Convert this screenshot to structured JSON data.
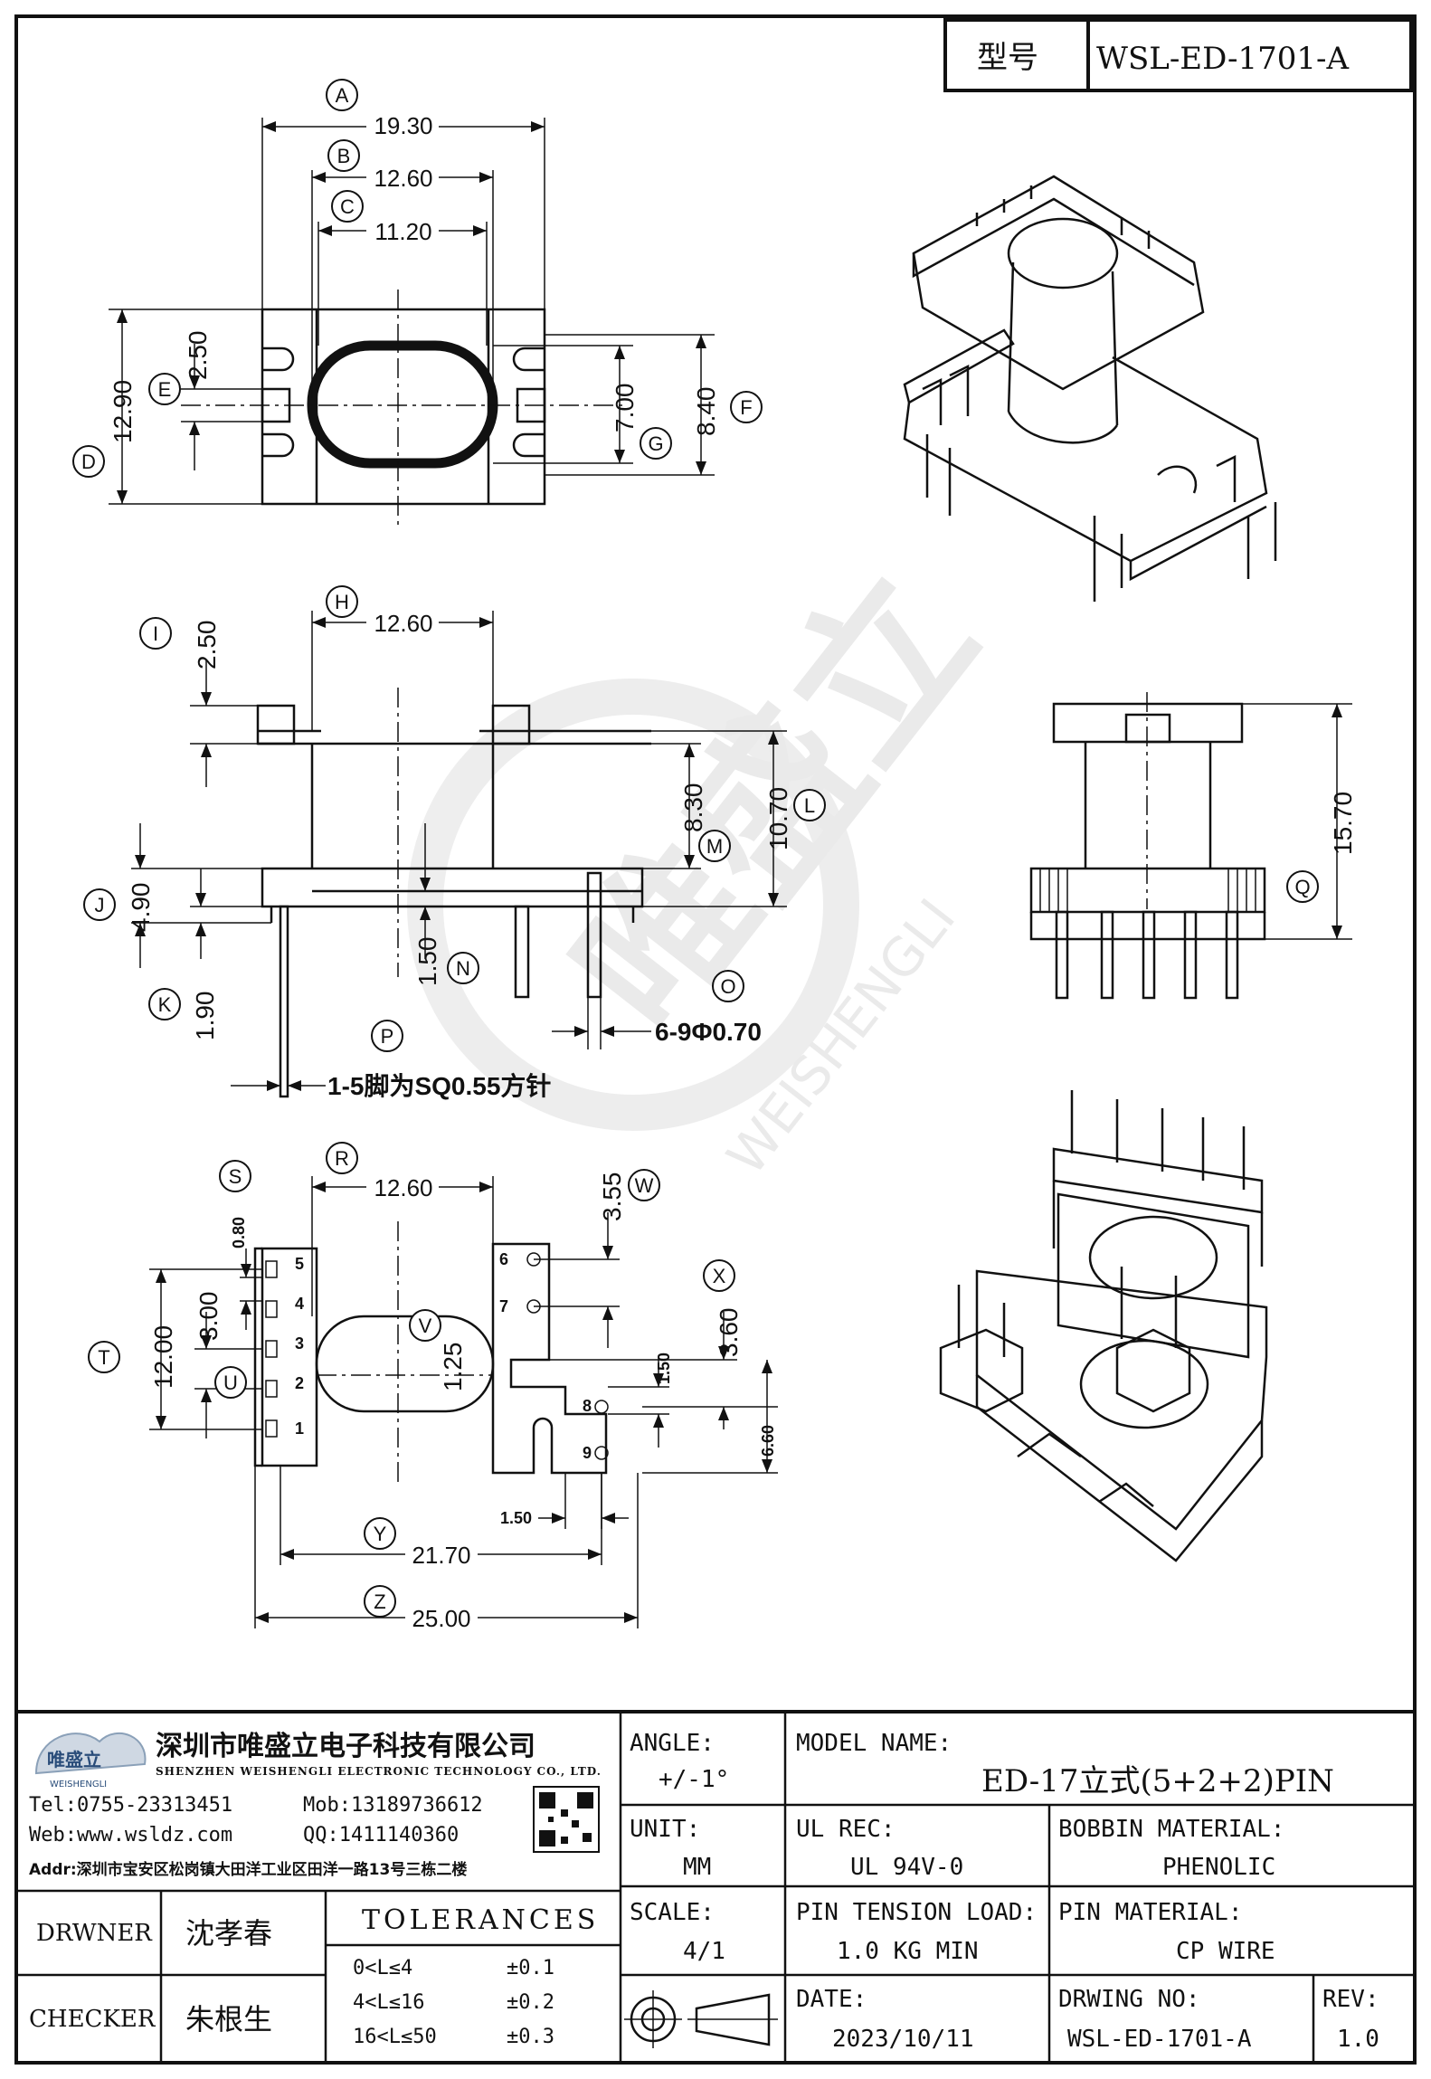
{
  "header": {
    "type_label": "型号",
    "model_code": "WSL-ED-1701-A"
  },
  "watermark": {
    "cn": "唯盛立",
    "en": "WEISHENGLI"
  },
  "callouts": [
    "A",
    "B",
    "C",
    "D",
    "E",
    "F",
    "G",
    "H",
    "I",
    "J",
    "K",
    "L",
    "M",
    "N",
    "O",
    "P",
    "Q",
    "R",
    "S",
    "T",
    "U",
    "V",
    "W",
    "X",
    "Y",
    "Z"
  ],
  "dims": {
    "top_a": "19.30",
    "top_b": "12.60",
    "top_c": "11.20",
    "top_d": "12.90",
    "top_e": "2.50",
    "top_g": "7.00",
    "top_f": "8.40",
    "mid_h": "12.60",
    "mid_i": "2.50",
    "mid_l": "10.70",
    "mid_m": "8.30",
    "mid_j": "4.90",
    "mid_k": "1.90",
    "mid_n": "1.50",
    "mid_o": "6-9Φ0.70",
    "mid_p": "1-5脚为SQ0.55方针",
    "side_q": "15.70",
    "bot_r": "12.60",
    "bot_w": "3.55",
    "bot_s": "0.80",
    "bot_t": "12.00",
    "bot_u": "3.00",
    "bot_v": "1.25",
    "bot_x": "3.60",
    "bot_150a": "1.50",
    "bot_660": "6.60",
    "bot_150b": "1.50",
    "bot_y": "21.70",
    "bot_z": "25.00"
  },
  "pin_numbers": [
    "5",
    "4",
    "3",
    "2",
    "1",
    "6",
    "7",
    "8",
    "9"
  ],
  "title_block": {
    "company_cn": "深圳市唯盛立电子科技有限公司",
    "company_en": "SHENZHEN WEISHENGLI ELECTRONIC TECHNOLOGY CO., LTD.",
    "logo_text": "唯盛立",
    "logo_sub": "WEISHENGLI",
    "tel": "Tel:0755-23313451",
    "mob": "Mob:13189736612",
    "web": "Web:www.wsldz.com",
    "qq": "QQ:1411140360",
    "addr": "Addr:深圳市宝安区松岗镇大田洋工业区田洋一路13号三栋二楼",
    "angle_label": "ANGLE:",
    "angle_value": "+/-1°",
    "model_name_label": "MODEL NAME:",
    "model_name_value": "ED-17立式(5+2+2)PIN",
    "unit_label": "UNIT:",
    "unit_value": "MM",
    "ul_label": "UL REC:",
    "ul_value": "UL 94V-0",
    "bobbin_label": "BOBBIN MATERIAL:",
    "bobbin_value": "PHENOLIC",
    "scale_label": "SCALE:",
    "scale_value": "4/1",
    "pin_tension_label": "PIN TENSION LOAD:",
    "pin_tension_value": "1.0 KG MIN",
    "pin_material_label": "PIN MATERIAL:",
    "pin_material_value": "CP WIRE",
    "date_label": "DATE:",
    "date_value": "2023/10/11",
    "drawing_no_label": "DRWING NO:",
    "drawing_no_value": "WSL-ED-1701-A",
    "rev_label": "REV:",
    "rev_value": "1.0",
    "drawer_label": "DRWNER",
    "drawer_value": "沈孝春",
    "checker_label": "CHECKER",
    "checker_value": "朱根生",
    "tolerances_label": "TOLERANCES",
    "tolerances": [
      {
        "range": "0<L≤4",
        "value": "±0.1"
      },
      {
        "range": "4<L≤16",
        "value": "±0.2"
      },
      {
        "range": "16<L≤50",
        "value": "±0.3"
      }
    ]
  }
}
